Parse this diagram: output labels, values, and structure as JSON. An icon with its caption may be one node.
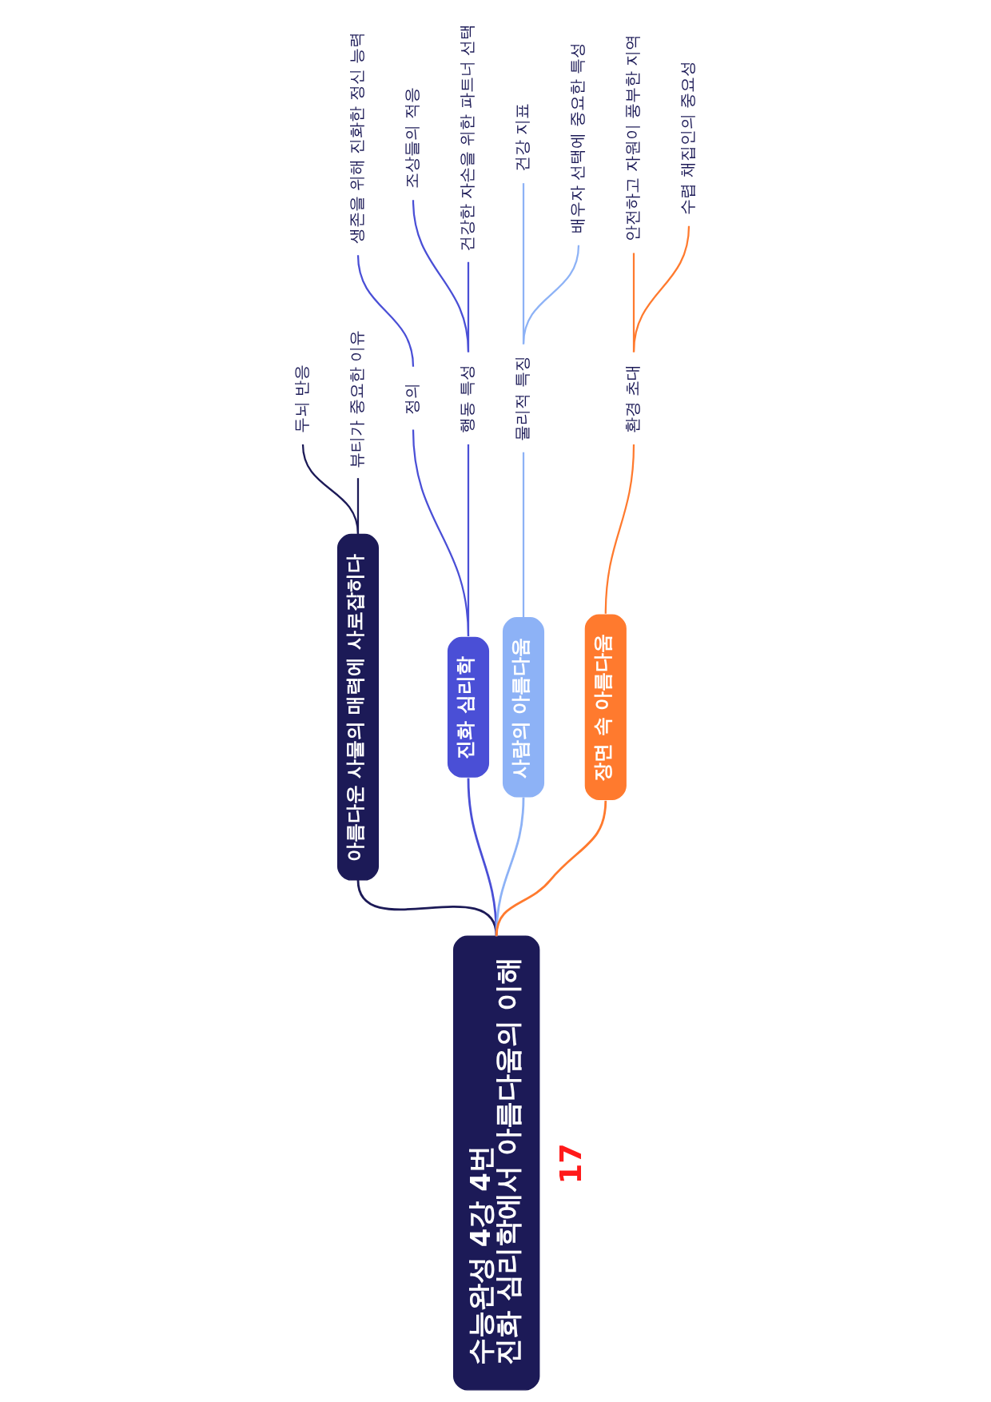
{
  "diagram": {
    "nodes": [
      {
        "text": [
          "수능완성 4강 4번",
          "진화 심리학에서 아름다움의 이해"
        ]
      },
      {
        "text": [
          "아름다운 사물의 매력에 사로잡히다"
        ]
      },
      {
        "text": [
          "두뇌 반응"
        ]
      },
      {
        "text": [
          "뷰티가 중요한 이유"
        ]
      },
      {
        "text": [
          "진화 심리학"
        ]
      },
      {
        "text": [
          "정의"
        ]
      },
      {
        "text": [
          "생존을 위해 진화한 정신 능력"
        ]
      },
      {
        "text": [
          "행동 특성"
        ]
      },
      {
        "text": [
          "조상들의 적응"
        ]
      },
      {
        "text": [
          "건강한 자손을 위한 파트너 선택"
        ]
      },
      {
        "text": [
          "사람의 아름다움"
        ]
      },
      {
        "text": [
          "물리적 특징"
        ]
      },
      {
        "text": [
          "건강 지표"
        ]
      },
      {
        "text": [
          "배우자 선택에 중요한 특성"
        ]
      },
      {
        "text": [
          "장면 속 아름다움"
        ]
      },
      {
        "text": [
          "환경 초대"
        ]
      },
      {
        "text": [
          "안전하고 자원이 풍부한 지역"
        ]
      },
      {
        "text": [
          "수렵 채집인의 중요성"
        ]
      }
    ],
    "edges": [
      {
        "from": 0,
        "to": 1,
        "arrow": "none",
        "color": "#1c1a57"
      },
      {
        "from": 1,
        "to": 2,
        "arrow": "none",
        "color": "#1c1a57"
      },
      {
        "from": 1,
        "to": 3,
        "arrow": "none",
        "color": "#1c1a57"
      },
      {
        "from": 0,
        "to": 4,
        "arrow": "none"
      },
      {
        "from": 4,
        "to": 5,
        "arrow": "none"
      },
      {
        "from": 5,
        "to": 6,
        "arrow": "none"
      },
      {
        "from": 4,
        "to": 7,
        "arrow": "none"
      },
      {
        "from": 7,
        "to": 8,
        "arrow": "none"
      },
      {
        "from": 7,
        "to": 9,
        "arrow": "none"
      },
      {
        "from": 0,
        "to": 10,
        "arrow": "none",
        "color": "#8db2f6"
      },
      {
        "from": 10,
        "to": 11,
        "arrow": "none",
        "color": "#8db2f6"
      },
      {
        "from": 11,
        "to": 12,
        "arrow": "none",
        "color": "#8db2f6"
      },
      {
        "from": 11,
        "to": 13,
        "arrow": "none",
        "color": "#8db2f6"
      },
      {
        "from": 0,
        "to": 14,
        "arrow": "none",
        "color": "#ff7a2e"
      },
      {
        "from": 14,
        "to": 15,
        "arrow": "none",
        "color": "#ff7a2e"
      },
      {
        "from": 15,
        "to": 16,
        "arrow": "none",
        "color": "#ff7a2e"
      },
      {
        "from": 15,
        "to": 17,
        "arrow": "none",
        "color": "#ff7a2e"
      }
    ],
    "labels": [
      "17"
    ]
  }
}
